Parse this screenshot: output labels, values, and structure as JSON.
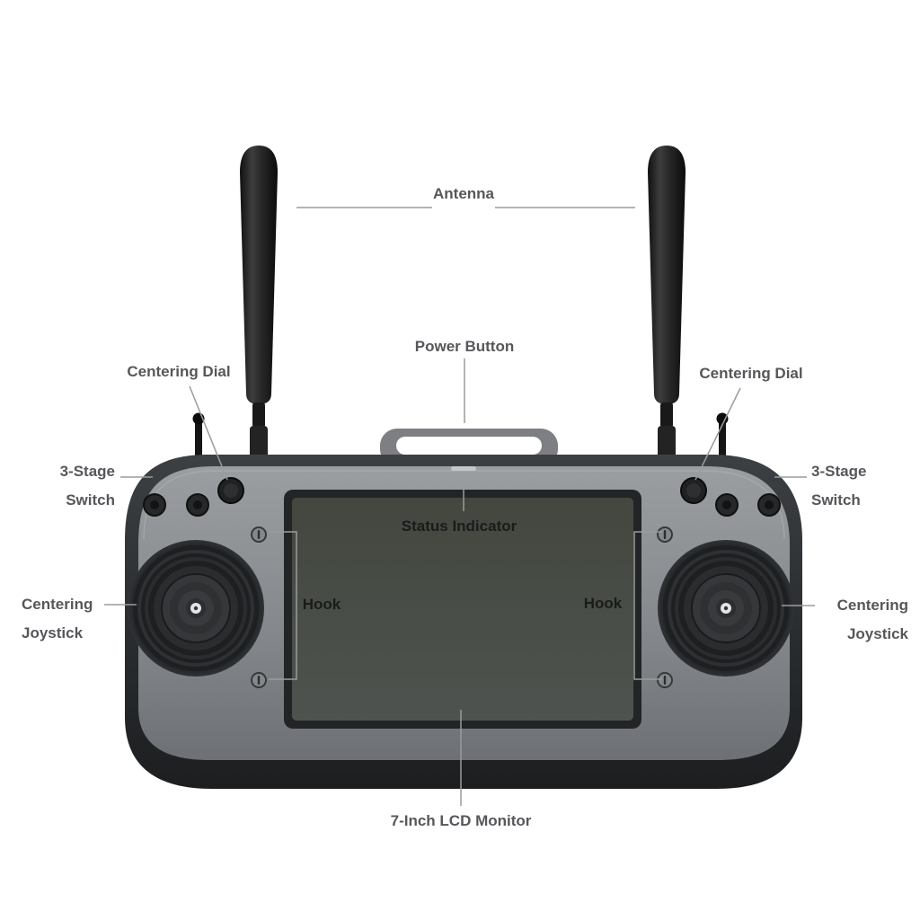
{
  "diagram": {
    "colors": {
      "background": "#ffffff",
      "label": "#55575a",
      "label_emphasis": "#1b1b1b",
      "leader_line": "#9b9b9b"
    },
    "labels": {
      "antenna": "Antenna",
      "power_button": "Power Button",
      "centering_dial_left": "Centering Dial",
      "centering_dial_right": "Centering Dial",
      "three_stage_switch_left": {
        "line1": "3-Stage",
        "line2": "Switch"
      },
      "three_stage_switch_right": {
        "line1": "3-Stage",
        "line2": "Switch"
      },
      "status_indicator": "Status Indicator",
      "hook_left": "Hook",
      "hook_right": "Hook",
      "centering_joystick_left": {
        "line1": "Centering",
        "line2": "Joystick"
      },
      "centering_joystick_right": {
        "line1": "Centering",
        "line2": "Joystick"
      },
      "lcd_monitor": "7-Inch LCD Monitor"
    }
  }
}
